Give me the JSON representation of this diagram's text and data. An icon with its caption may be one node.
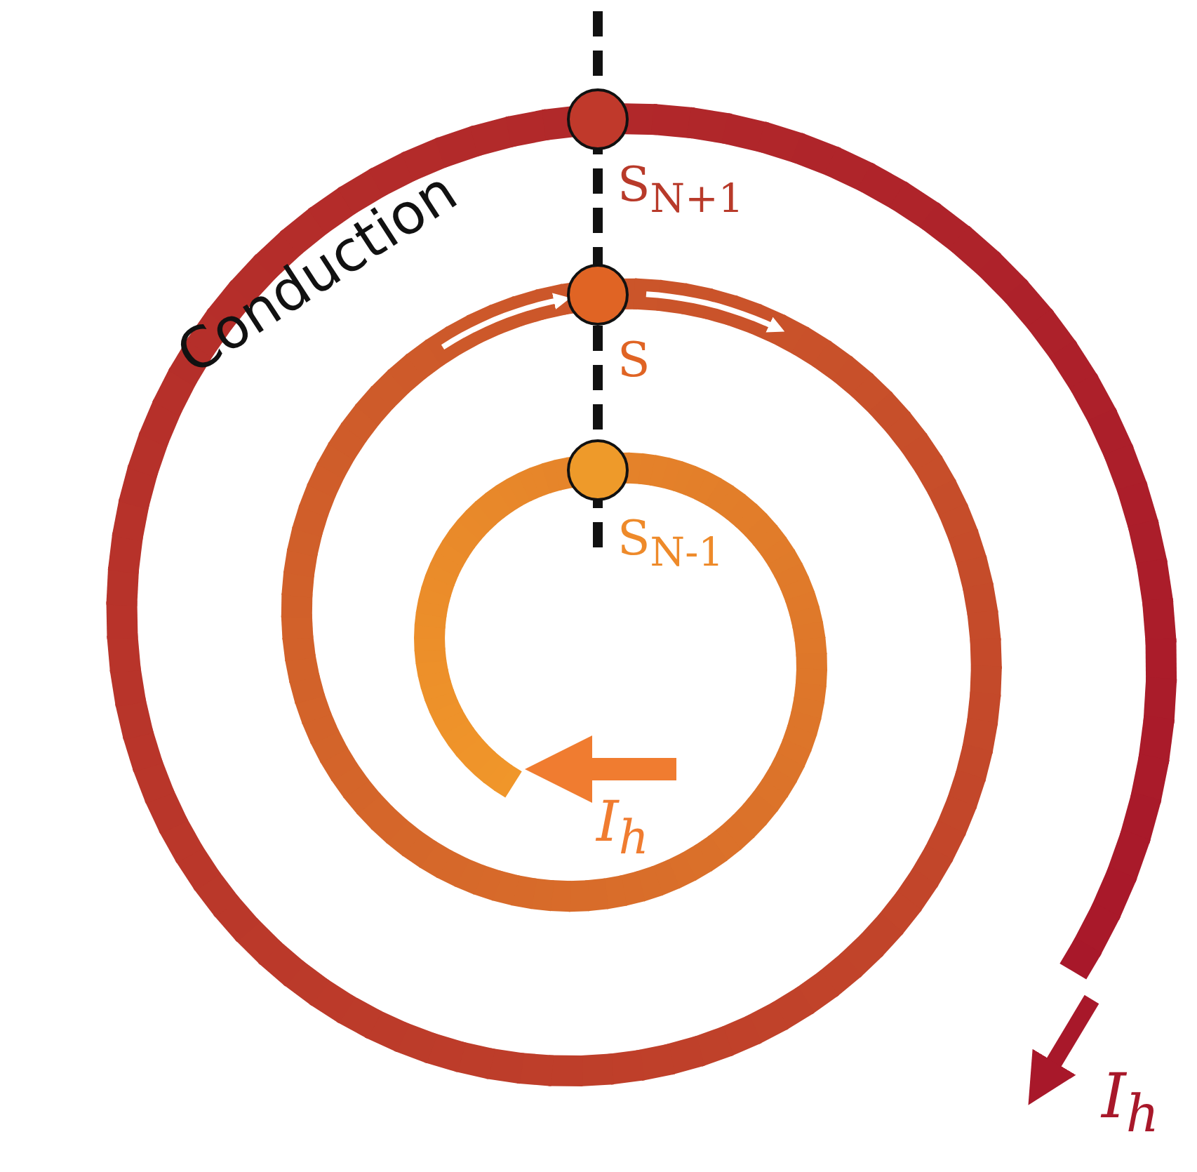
{
  "diagram": {
    "nodes": [
      {
        "text": [],
        "shape": "circle",
        "beside": [
          "S$_{N+1}$"
        ]
      },
      {
        "text": [],
        "shape": "circle",
        "beside": [
          "S"
        ]
      },
      {
        "text": [],
        "shape": "circle",
        "beside": [
          "S$_{N-1}$"
        ]
      }
    ],
    "labels": [
      "Conduction",
      "I$_{h}$",
      "I$_{h}$"
    ]
  }
}
